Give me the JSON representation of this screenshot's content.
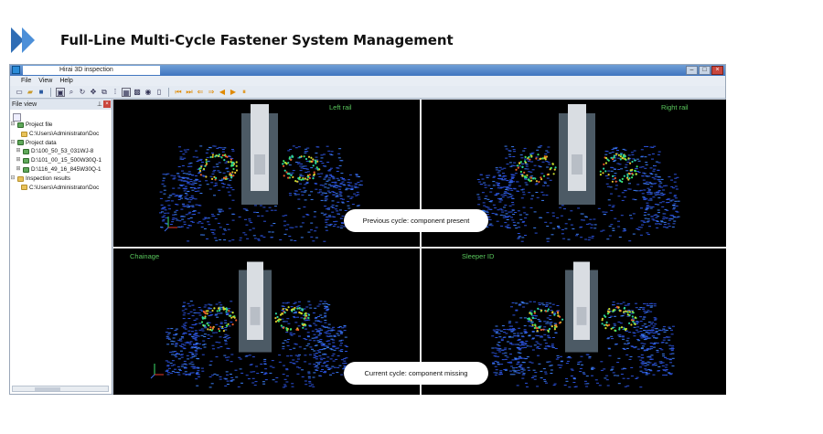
{
  "page": {
    "title": "Full-Line Multi-Cycle Fastener System Management"
  },
  "app": {
    "window_title": "Hirai 3D inspection",
    "menu": [
      "File",
      "View",
      "Help"
    ],
    "toolbar_icons": [
      "new-icon",
      "open-icon",
      "save-icon",
      "select-icon",
      "zoom-icon",
      "rotate-icon",
      "pan-icon",
      "copy-icon",
      "grid-small-icon",
      "grid-medium-icon",
      "grid-large-icon",
      "eye-icon",
      "filter-icon",
      "first-icon",
      "prev-frame-icon",
      "prev-icon",
      "next-icon",
      "play-back-icon",
      "play-icon",
      "pause-icon"
    ],
    "sidebar": {
      "title": "File view",
      "tree": [
        {
          "label": "Project file",
          "level": 0,
          "icon": "project-icon"
        },
        {
          "label": "C:\\Users\\Administrator\\Doc",
          "level": 1,
          "icon": "folder-icon"
        },
        {
          "label": "Project data",
          "level": 0,
          "icon": "project-icon"
        },
        {
          "label": "D:\\100_50_53_031WJ-8",
          "level": 1,
          "icon": "data-icon"
        },
        {
          "label": "D:\\101_00_15_500W30Q-1",
          "level": 1,
          "icon": "data-icon"
        },
        {
          "label": "D:\\116_49_16_845W30Q-1",
          "level": 1,
          "icon": "data-icon"
        },
        {
          "label": "Inspection results",
          "level": 0,
          "icon": "folder-icon"
        },
        {
          "label": "C:\\Users\\Administrator\\Doc",
          "level": 1,
          "icon": "folder-icon"
        }
      ]
    },
    "views": {
      "top_left_label": "Left rail",
      "top_right_label": "Right rail",
      "bottom_left_label": "Chainage",
      "bottom_right_label": "Sleeper ID"
    },
    "callouts": {
      "previous": "Previous cycle: component present",
      "current": "Current cycle: component missing"
    }
  }
}
